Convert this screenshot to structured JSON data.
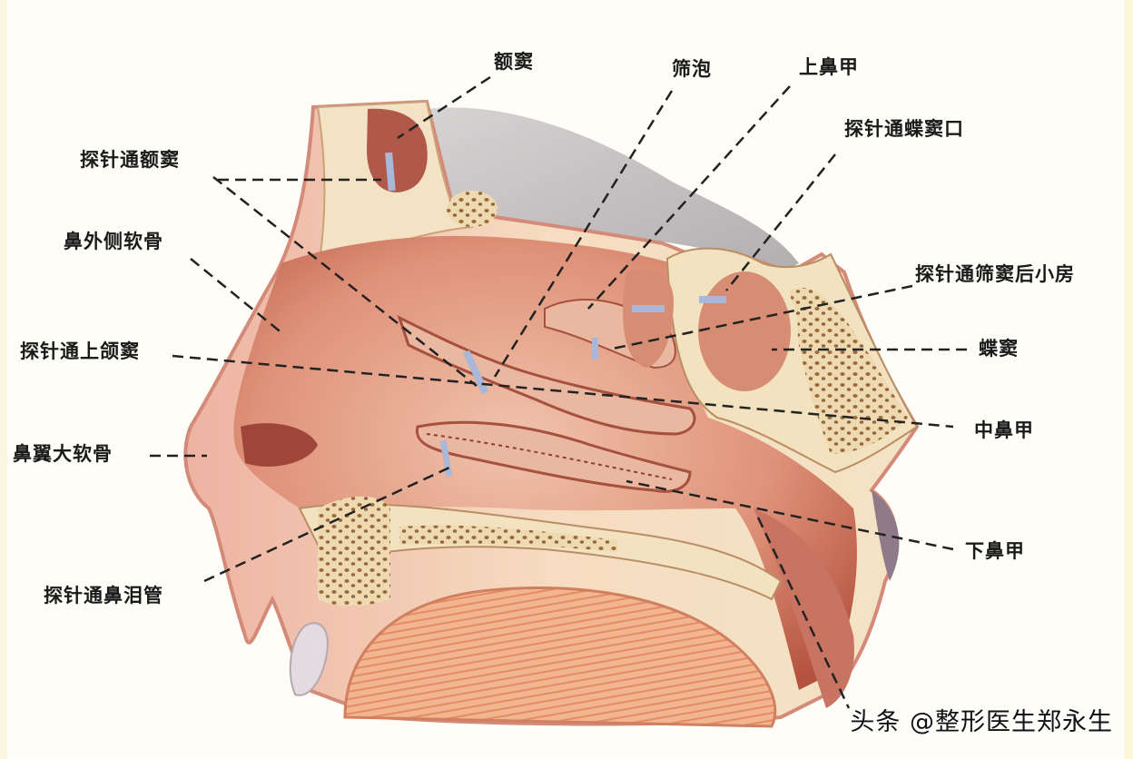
{
  "diagram": {
    "subject": "Sagittal section of nasal cavity (lateral wall)",
    "colors": {
      "background": "#fefdf8",
      "mucosa": "#d98870",
      "mucosa_light": "#efb9a2",
      "mucosa_dark": "#a8493a",
      "bone": "#f2e2c0",
      "bone_spongy_dots": "#8a5a2a",
      "brain_gray": "#c9c6c6",
      "probe": "#a9b8d8",
      "leader_line": "#222222",
      "label_text": "#1a1a1a"
    },
    "labels": {
      "frontal_sinus": "额窦",
      "ethmoid_bulla": "筛泡",
      "superior_turbinate": "上鼻甲",
      "probe_sphenoid_ostium": "探针通蝶窦口",
      "probe_frontal_sinus": "探针通额窦",
      "lateral_nasal_cartilage": "鼻外侧软骨",
      "probe_posterior_ethmoid_cells": "探针通筛窦后小房",
      "sphenoid_sinus": "蝶窦",
      "probe_maxillary_sinus": "探针通上颌窦",
      "middle_turbinate": "中鼻甲",
      "major_alar_cartilage": "鼻翼大软骨",
      "inferior_turbinate": "下鼻甲",
      "probe_nasolacrimal_duct": "探针通鼻泪管"
    },
    "watermark": "头条 @整形医生郑永生"
  }
}
